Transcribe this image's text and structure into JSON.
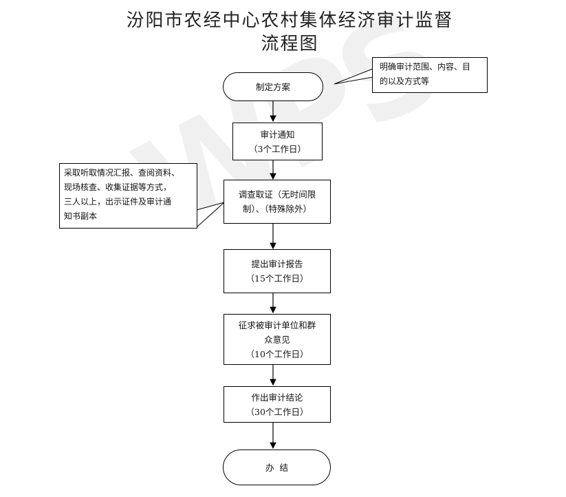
{
  "title": {
    "line1": "汾阳市农经中心农村集体经济审计监督",
    "line2": "流程图"
  },
  "watermark": "WPS",
  "steps": [
    {
      "id": "plan",
      "lines": [
        "制定方案"
      ]
    },
    {
      "id": "notice",
      "lines": [
        "审计通知",
        "（3个工作日）"
      ]
    },
    {
      "id": "investigate",
      "lines": [
        "调查取证（无时间限",
        "制）、（特殊除外）"
      ]
    },
    {
      "id": "report",
      "lines": [
        "提出审计报告",
        "（15个工作日）"
      ]
    },
    {
      "id": "opinion",
      "lines": [
        "征求被审计单位和群",
        "众意见",
        "（10个工作日）"
      ]
    },
    {
      "id": "conclusion",
      "lines": [
        "作出审计结论",
        "（30个工作日）"
      ]
    },
    {
      "id": "close",
      "lines": [
        "办  结"
      ]
    }
  ],
  "notes": {
    "right": [
      "明确审计范围、内容、目",
      "的以及方式等"
    ],
    "left": [
      "采取听取情况汇报、查阅资料、",
      "现场核查、收集证据等方式，",
      "三人以上，出示证件及审计通",
      "知书副本"
    ]
  }
}
